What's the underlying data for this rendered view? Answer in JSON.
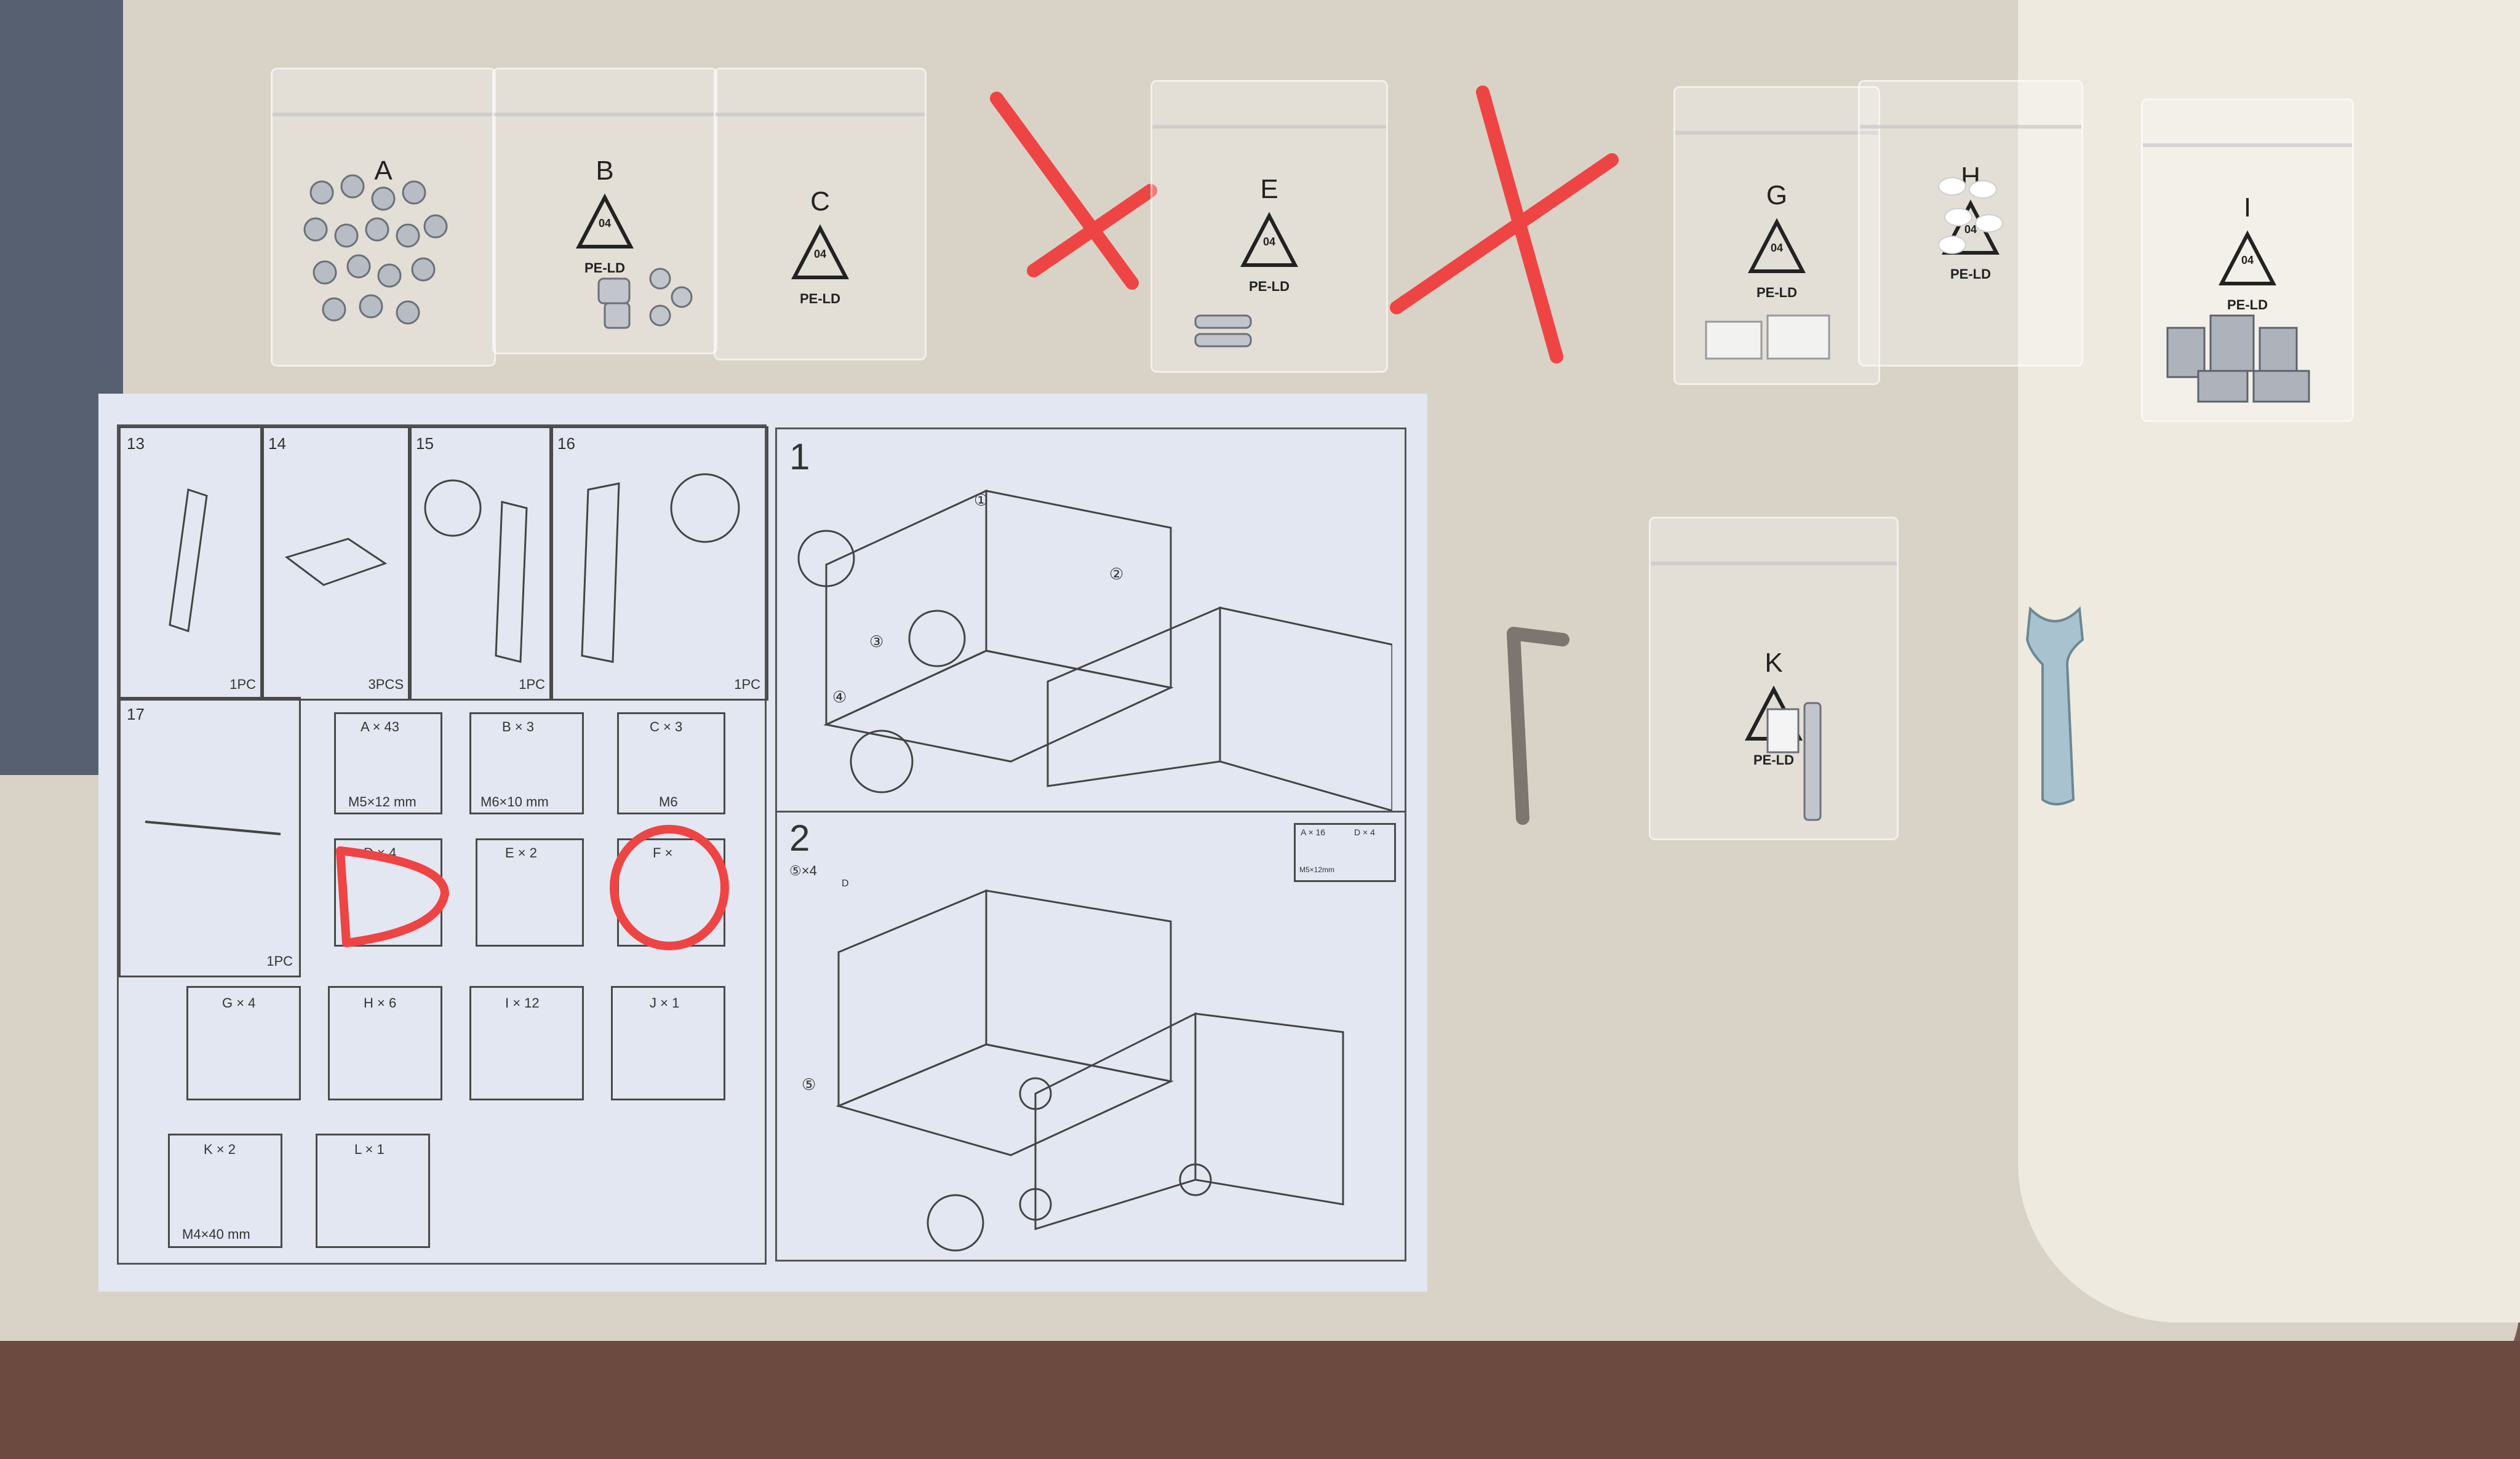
{
  "bags": [
    {
      "id": "bag-a",
      "letter": "A",
      "code": "",
      "label": ""
    },
    {
      "id": "bag-b",
      "letter": "B",
      "code": "04",
      "label": "PE-LD"
    },
    {
      "id": "bag-c",
      "letter": "C",
      "code": "04",
      "label": "PE-LD"
    },
    {
      "id": "bag-e",
      "letter": "E",
      "code": "04",
      "label": "PE-LD"
    },
    {
      "id": "bag-g",
      "letter": "G",
      "code": "04",
      "label": "PE-LD"
    },
    {
      "id": "bag-h",
      "letter": "H",
      "code": "04",
      "label": "PE-LD"
    },
    {
      "id": "bag-i",
      "letter": "I",
      "code": "04",
      "label": "PE-LD"
    },
    {
      "id": "bag-k",
      "letter": "K",
      "code": "04",
      "label": "PE-LD"
    }
  ],
  "annotation_color": "#ef4444",
  "manual": {
    "left_page": {
      "steps": [
        "13",
        "14",
        "15",
        "16",
        "17"
      ],
      "qty": [
        "1PC",
        "3PCS",
        "1PC",
        "1PC",
        "1PC"
      ],
      "parts": [
        {
          "name": "A × 43",
          "size": "M5×12 mm"
        },
        {
          "name": "B × 3",
          "size": "M6×10 mm"
        },
        {
          "name": "C × 3",
          "size": "M6"
        },
        {
          "name": "D × 4",
          "size": ""
        },
        {
          "name": "E × 2",
          "size": ""
        },
        {
          "name": "F ×",
          "size": ""
        },
        {
          "name": "G × 4",
          "size": ""
        },
        {
          "name": "H × 6",
          "size": ""
        },
        {
          "name": "I × 12",
          "size": ""
        },
        {
          "name": "J × 1",
          "size": ""
        },
        {
          "name": "K × 2",
          "size": "M4×40 mm"
        },
        {
          "name": "L × 1",
          "size": ""
        }
      ]
    },
    "right_page": {
      "steps": [
        "1",
        "2"
      ],
      "callouts": [
        "①",
        "②",
        "③",
        "④",
        "⑤"
      ],
      "step2_prefix": "⑤×4",
      "step2_part": "D",
      "step2_legend": {
        "a": "A × 16",
        "a_size": "M5×12mm",
        "d": "D × 4"
      }
    }
  }
}
